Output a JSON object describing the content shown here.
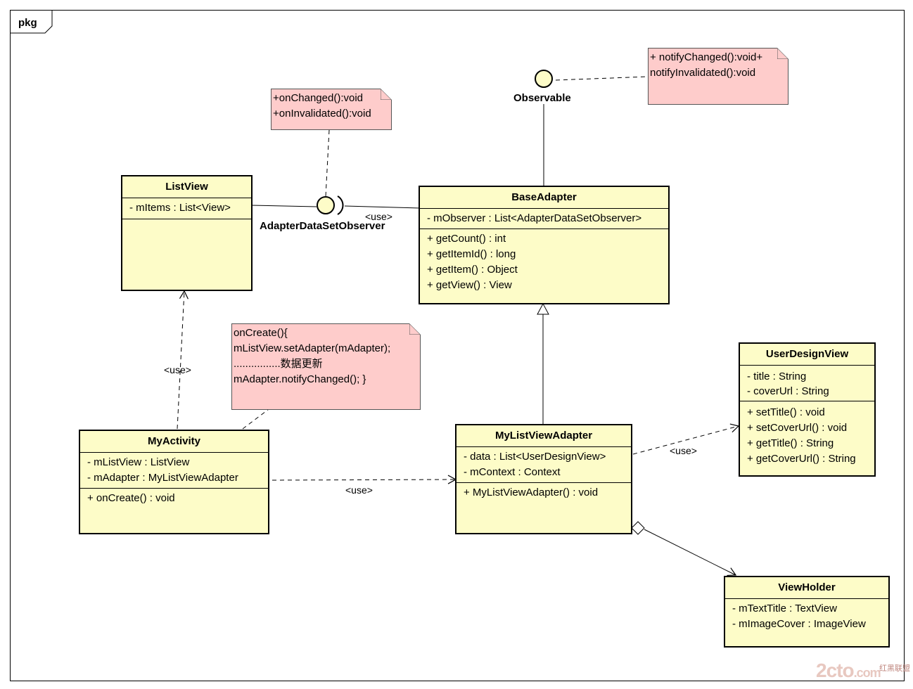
{
  "package": {
    "label": "pkg"
  },
  "interfaces": {
    "observable": "Observable",
    "adapter_observer": "AdapterDataSetObserver"
  },
  "classes": {
    "listview": {
      "name": "ListView",
      "attributes": [
        "- mItems : List<View>"
      ],
      "methods": []
    },
    "baseadapter": {
      "name": "BaseAdapter",
      "attributes": [
        "- mObserver : List<AdapterDataSetObserver>"
      ],
      "methods": [
        "+ getCount() : int",
        "+ getItemId() : long",
        "+ getItem() : Object",
        "+ getView() : View"
      ]
    },
    "myactivity": {
      "name": "MyActivity",
      "attributes": [
        "- mListView : ListView",
        "- mAdapter : MyListViewAdapter"
      ],
      "methods": [
        "+ onCreate() : void"
      ]
    },
    "mylistviewadapter": {
      "name": "MyListViewAdapter",
      "attributes": [
        "- data : List<UserDesignView>",
        "- mContext : Context"
      ],
      "methods": [
        "+ MyListViewAdapter() : void"
      ]
    },
    "userdesignview": {
      "name": "UserDesignView",
      "attributes": [
        "- title : String",
        "- coverUrl : String"
      ],
      "methods": [
        "+ setTitle() : void",
        "+ setCoverUrl() : void",
        "+ getTitle() : String",
        "+ getCoverUrl() : String"
      ]
    },
    "viewholder": {
      "name": "ViewHolder",
      "attributes": [
        "- mTextTitle : TextView",
        "- mImageCover : ImageView"
      ]
    }
  },
  "notes": {
    "observable_note": [
      "+ notifyChanged():void+",
      "notifyInvalidated():void"
    ],
    "observer_note": [
      "+onChanged():void",
      "+onInvalidated():void"
    ],
    "activity_note": [
      "onCreate(){",
      " mListView.setAdapter(mAdapter);",
      "................数据更新",
      "mAdapter.notifyChanged();  }"
    ]
  },
  "relations": {
    "use_label": "<use>"
  },
  "watermark": {
    "main": "2cto",
    "suffix": ".com",
    "cn": "红黑联盟"
  }
}
